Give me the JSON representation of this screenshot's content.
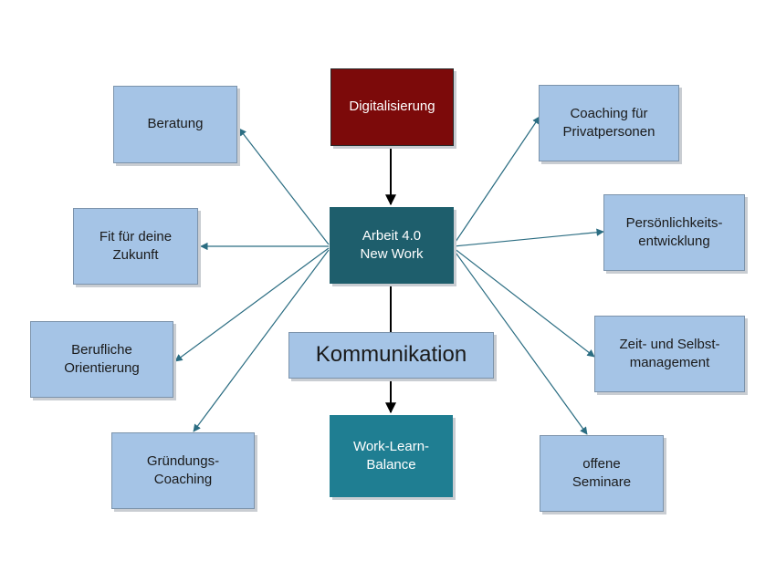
{
  "colors": {
    "blue_box": "#a5c4e6",
    "center_box": "#1e5e6c",
    "top_box": "#7c0a0a",
    "bottom_box": "#1f7e92",
    "connector_teal": "#2b6d82",
    "connector_black": "#000000"
  },
  "diagram": {
    "top": "Digitalisierung",
    "center": "Arbeit 4.0\nNew Work",
    "kommunikation": "Kommunikation",
    "bottom": "Work-Learn-\nBalance",
    "left": [
      "Beratung",
      "Fit für deine\nZukunft",
      "Berufliche\nOrientierung",
      "Gründungs-\nCoaching"
    ],
    "right": [
      "Coaching für\nPrivatpersonen",
      "Persönlichkeits-\nentwicklung",
      "Zeit- und Selbst-\nmanagement",
      "offene\nSeminare"
    ]
  }
}
